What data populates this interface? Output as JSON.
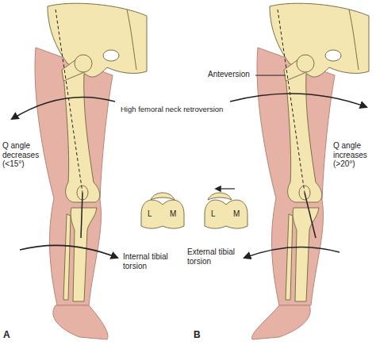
{
  "diagram": {
    "labels": [
      "High femoral neck retroversion",
      "Q angle decreases (<15°)",
      "L",
      "M",
      "Internal tibial torsion",
      "A",
      "Anteversion",
      "L",
      "M",
      "Q angle increases (>20°)",
      "External tibial torsion",
      "B"
    ]
  }
}
